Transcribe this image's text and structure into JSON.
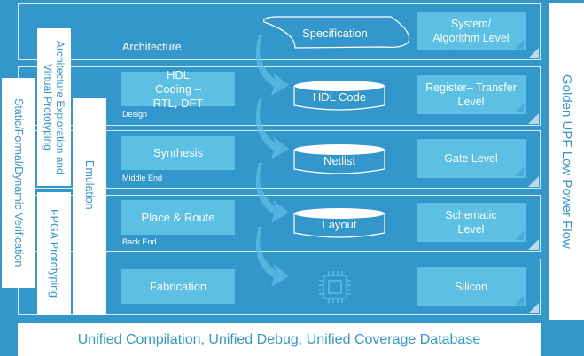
{
  "rows": [
    {
      "stage": "Architecture",
      "artifact": "Specification",
      "level": "System/ Algorithm Level"
    },
    {
      "stage": "HDL Coding – RTL, DFT",
      "phase": "Design",
      "artifact": "HDL Code",
      "level": "Register– Transfer Level"
    },
    {
      "stage": "Synthesis",
      "phase": "Middle End",
      "artifact": "Netlist",
      "level": "Gate Level"
    },
    {
      "stage": "Place & Route",
      "phase": "Back End",
      "artifact": "Layout",
      "level": "Schematic Level"
    },
    {
      "stage": "Fabrication",
      "artifact_icon": "chip-icon",
      "level": "Silicon"
    }
  ],
  "verification": {
    "static": "Static/Formal/Dynamic Verification",
    "arch_exploration": "Architecture Exploration and Virtual Prototyping",
    "fpga": "FPGA Prototyping",
    "emulation": "Emulation"
  },
  "upf": "Golden UPF Low Power Flow",
  "bottom": "Unified Compilation, Unified Debug, Unified Coverage Database",
  "colors": {
    "background": "#3397cc",
    "box": "#5bc0e3",
    "strip": "#ffffff"
  }
}
